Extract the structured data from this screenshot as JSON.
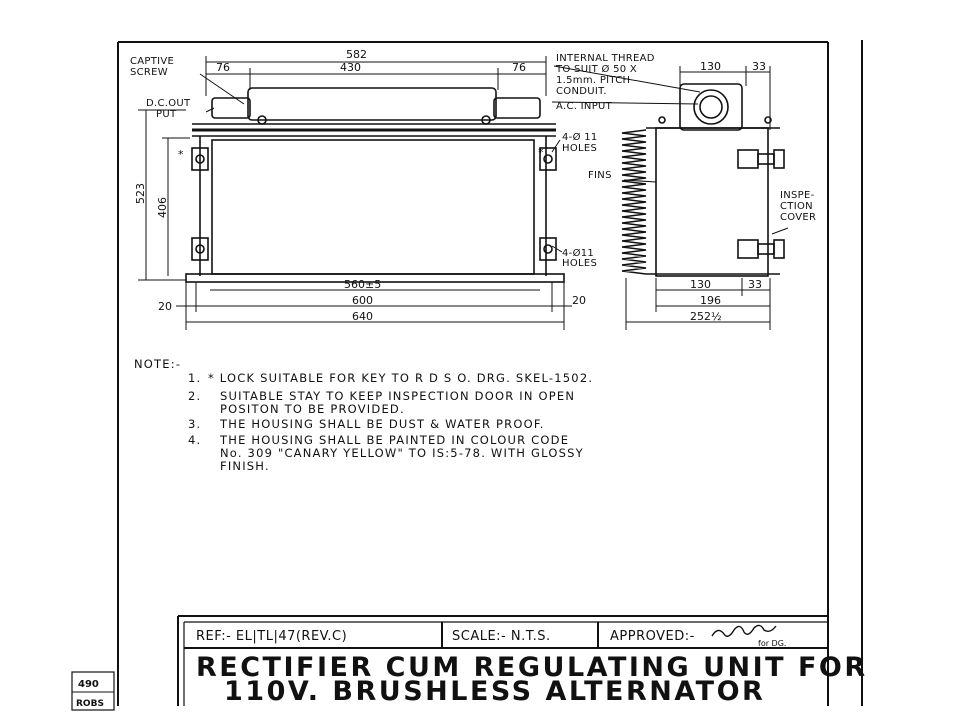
{
  "drawing": {
    "title_block": {
      "ref": "REF:- EL|TL|47(REV.C)",
      "scale": "SCALE:- N.T.S.",
      "approved": "APPROVED:-",
      "signature_note": "for DG.",
      "title_line1": "RECTIFIER CUM REGULATING UNIT FOR",
      "title_line2": "110V. BRUSHLESS ALTERNATOR"
    },
    "side_stamp": {
      "line1": "490",
      "line2": "ROBS"
    },
    "labels": {
      "captive_screw": [
        "CAPTIVE",
        "SCREW"
      ],
      "dc_output": [
        "D.C.OUT",
        "PUT"
      ],
      "internal_thread": [
        "INTERNAL THREAD",
        "TO SUIT Ø 50 X",
        "1.5mm. PITCH",
        "CONDUIT."
      ],
      "ac_input": "A.C. INPUT",
      "holes_top": [
        "4-Ø 11",
        "HOLES"
      ],
      "holes_bottom": [
        "4-Ø11",
        "HOLES"
      ],
      "fins": "FINS",
      "inspection_cover": [
        "INSPE-",
        "CTION",
        "COVER"
      ],
      "star_left": "*",
      "star_right": "*"
    },
    "dimensions": {
      "overall_top": "582",
      "top_left": "76",
      "top_mid": "430",
      "top_right": "76",
      "height_outer": "523",
      "height_inner": "406",
      "base_hole": "560±5",
      "base_inner": "600",
      "base_overall": "640",
      "edge_left": "20",
      "edge_right": "20",
      "side_top_130": "130",
      "side_top_33": "33",
      "side_bot_130": "130",
      "side_bot_33": "33",
      "side_196": "196",
      "side_252": "252½"
    },
    "notes": {
      "heading": "NOTE:-",
      "items": [
        {
          "num": "1.",
          "lines": [
            "* LOCK SUITABLE FOR KEY TO R D S O. DRG. SKEL-1502."
          ]
        },
        {
          "num": "2.",
          "lines": [
            "SUITABLE STAY TO KEEP INSPECTION DOOR IN OPEN",
            "POSITON TO BE PROVIDED."
          ]
        },
        {
          "num": "3.",
          "lines": [
            "THE HOUSING SHALL BE DUST & WATER PROOF."
          ]
        },
        {
          "num": "4.",
          "lines": [
            "THE HOUSING SHALL BE PAINTED IN COLOUR CODE",
            "No. 309 \"CANARY YELLOW\" TO IS:5-78. WITH GLOSSY",
            "FINISH."
          ]
        }
      ]
    }
  }
}
